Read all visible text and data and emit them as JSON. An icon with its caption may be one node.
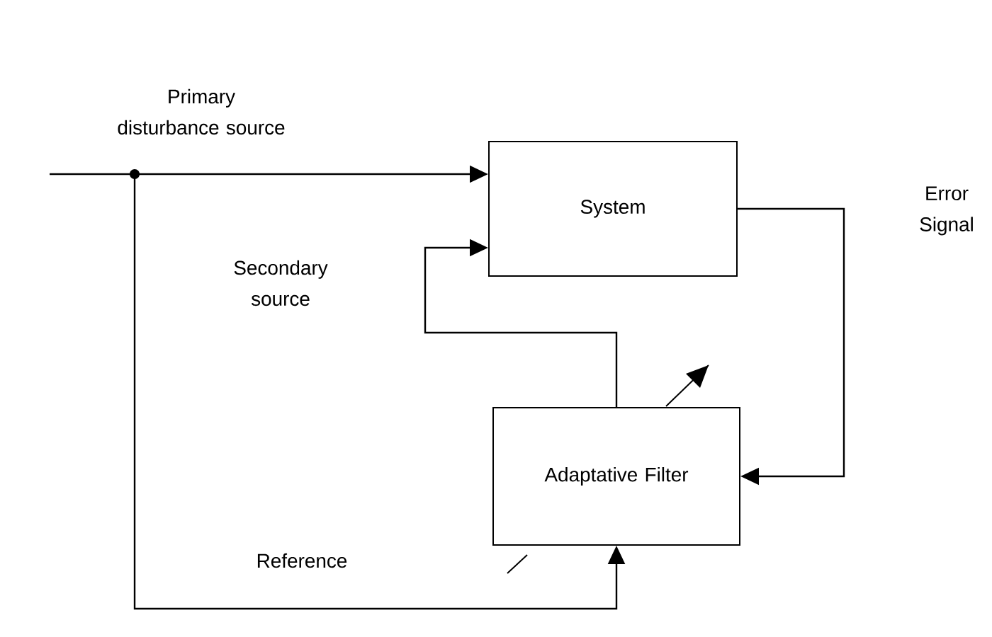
{
  "diagram": {
    "nodes": [
      {
        "text": [
          "System"
        ]
      },
      {
        "text": [
          "Adaptative Filter"
        ]
      }
    ],
    "edges": [
      {
        "from": null,
        "to": 0,
        "arrow": "to",
        "label": "Primary disturbance source"
      },
      {
        "from": null,
        "to": 1,
        "arrow": "to",
        "label": "Reference"
      },
      {
        "from": 1,
        "to": 0,
        "arrow": "to",
        "label": "Secondary source"
      },
      {
        "from": 0,
        "to": 1,
        "arrow": "to",
        "label": "Error Signal"
      }
    ]
  }
}
